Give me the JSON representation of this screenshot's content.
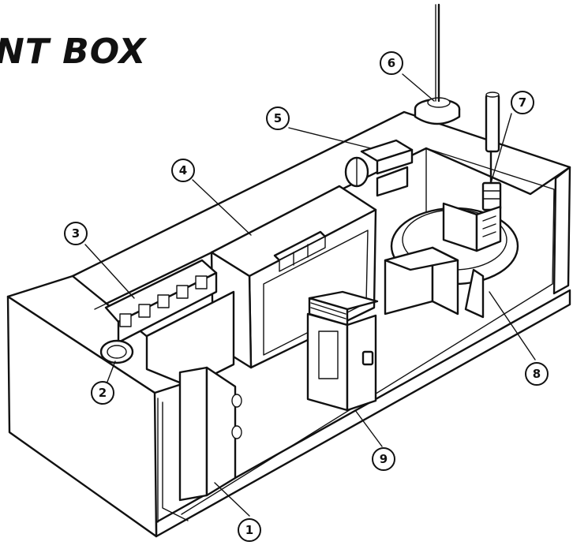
{
  "title": "NT BOX",
  "callouts": [
    {
      "id": "1",
      "label": "1"
    },
    {
      "id": "2",
      "label": "2"
    },
    {
      "id": "3",
      "label": "3"
    },
    {
      "id": "4",
      "label": "4"
    },
    {
      "id": "5",
      "label": "5"
    },
    {
      "id": "6",
      "label": "6"
    },
    {
      "id": "7",
      "label": "7"
    },
    {
      "id": "8",
      "label": "8"
    },
    {
      "id": "9",
      "label": "9"
    }
  ]
}
